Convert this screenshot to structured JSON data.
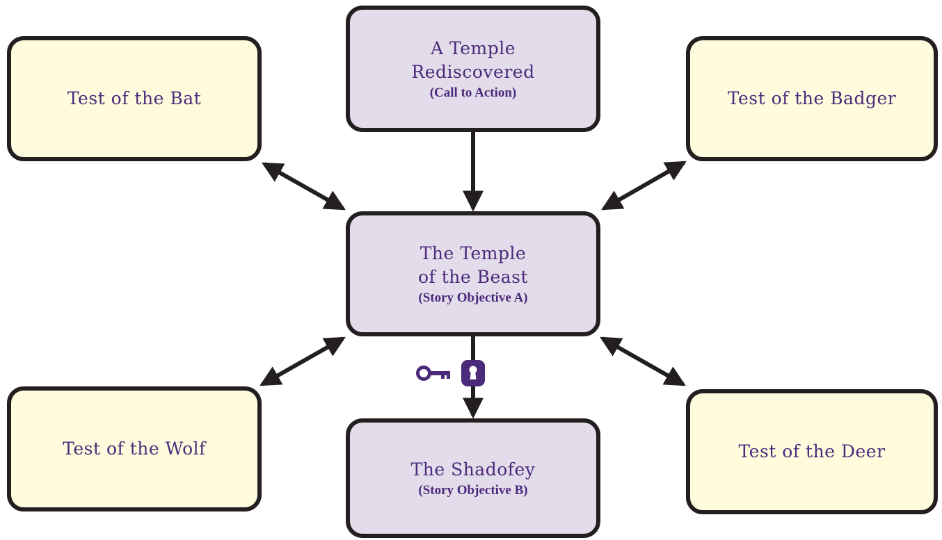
{
  "nodes": {
    "temple": {
      "title_line1": "A Temple",
      "title_line2": "Rediscovered",
      "subtitle": "(Call to Action)"
    },
    "beast": {
      "title_line1": "The Temple",
      "title_line2": "of the Beast",
      "subtitle": "(Story Objective A)"
    },
    "shadofey": {
      "title": "The Shadofey",
      "subtitle": "(Story Objective B)"
    },
    "bat": {
      "title": "Test of the Bat"
    },
    "badger": {
      "title": "Test of the Badger"
    },
    "wolf": {
      "title": "Test of the Wolf"
    },
    "deer": {
      "title": "Test of the Deer"
    }
  },
  "icons": {
    "key": "key-icon",
    "lock": "lock-icon"
  },
  "colors": {
    "text": "#4b2a7b",
    "border": "#231f20",
    "test_fill": "#fffbdd",
    "scene_fill": "#e3dcea"
  }
}
